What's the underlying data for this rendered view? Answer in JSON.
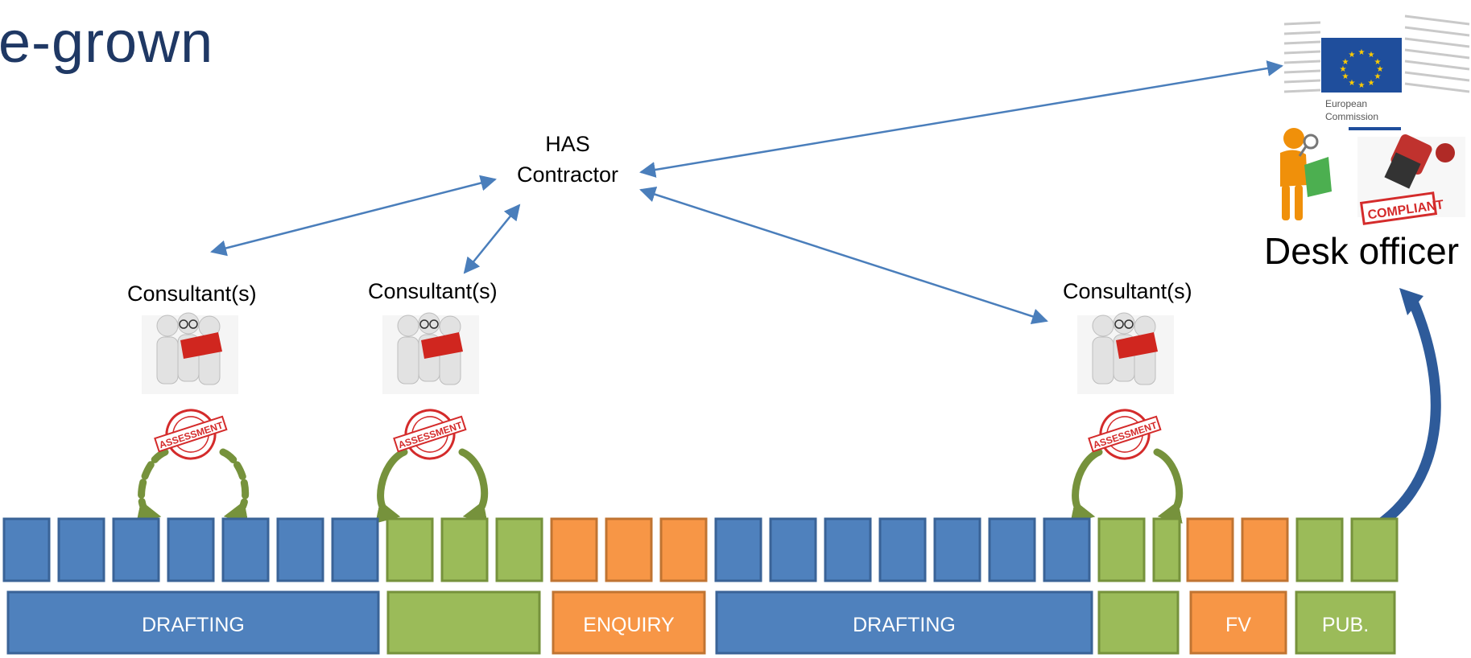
{
  "title": "e-grown",
  "contractor": {
    "line1": "HAS",
    "line2": "Contractor"
  },
  "consultants": [
    "Consultant(s)",
    "Consultant(s)",
    "Consultant(s)"
  ],
  "desk_officer": "Desk officer",
  "logo": {
    "line1": "European",
    "line2": "Commission"
  },
  "stamp_assessment": "ASSESSMENT",
  "stamp_compliant": "COMPLIANT",
  "colors": {
    "blue": "#4f81bd",
    "green": "#9bbb59",
    "orange": "#f79646",
    "arrow": "#4a7ebb",
    "title": "#1f3864",
    "eu_blue": "#1f4e9c",
    "stamp_red": "#d42b2b"
  },
  "squares": [
    "blue",
    "blue",
    "blue",
    "blue",
    "blue",
    "blue",
    "blue",
    "green",
    "green",
    "green",
    "orange",
    "orange",
    "orange",
    "blue",
    "blue",
    "blue",
    "blue",
    "blue",
    "blue",
    "blue",
    "green",
    "green",
    "orange",
    "orange",
    "green",
    "green"
  ],
  "phases": [
    {
      "label": "DRAFTING",
      "color": "blue"
    },
    {
      "label": "",
      "color": "green"
    },
    {
      "label": "ENQUIRY",
      "color": "orange"
    },
    {
      "label": "DRAFTING",
      "color": "blue"
    },
    {
      "label": "",
      "color": "green"
    },
    {
      "label": "FV",
      "color": "orange"
    },
    {
      "label": "PUB.",
      "color": "green"
    }
  ]
}
